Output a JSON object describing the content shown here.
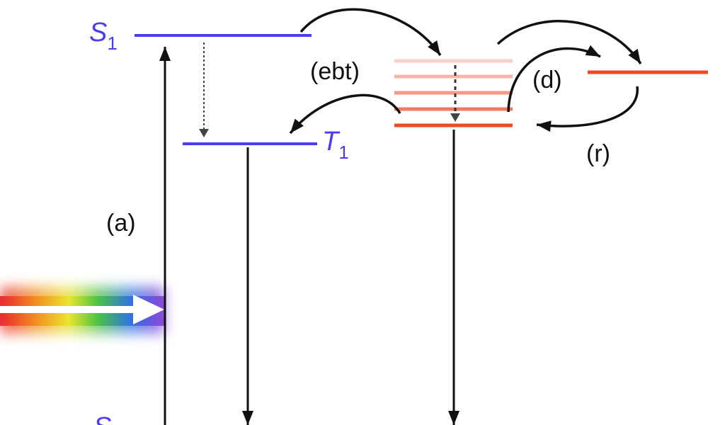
{
  "colors": {
    "singlet_triplet": "#4a3cf0",
    "emitter": "#ef4a24",
    "emitter_faint": "#f4a89a",
    "arrow": "#111111",
    "fragment": "#f6a18c"
  },
  "states": {
    "s1": {
      "letter": "S",
      "sub": "1"
    },
    "t1": {
      "letter": "T",
      "sub": "1"
    },
    "s0": {
      "letter": "S",
      "sub": ""
    }
  },
  "labels": {
    "a": "(a)",
    "ebt": "(ebt)",
    "d": "(d)",
    "r": "(r)"
  },
  "fragments": {
    "left": "’ ’ ~",
    "right": "~ ~ ~"
  },
  "icons": {
    "excitation": "rainbow-light-arrow-icon"
  }
}
